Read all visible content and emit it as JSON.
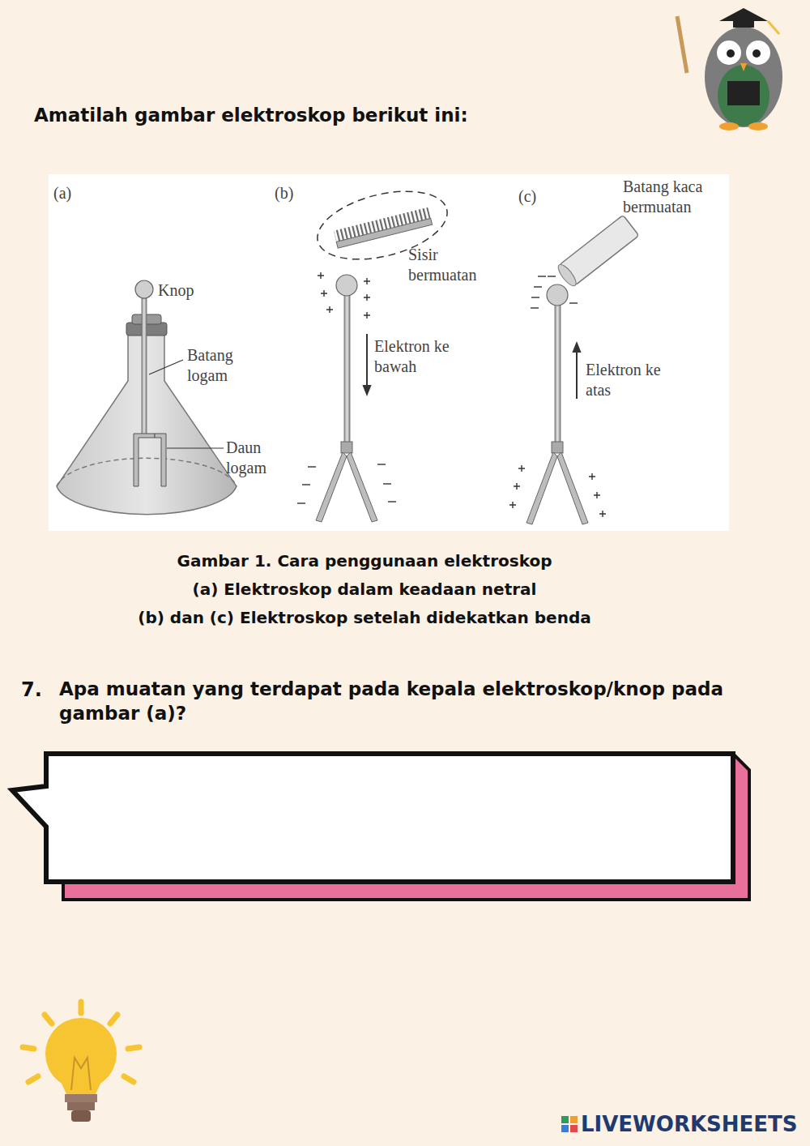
{
  "diagram": {
    "title": "Amatilah gambar elektroskop berikut ini:",
    "labels": [
      "(a)",
      "Knop",
      "Batang logam",
      "Daun logam",
      "(b)",
      "Sisir bermuatan",
      "Elektron ke bawah",
      "(c)",
      "Batang kaca bermuatan",
      "Elektron ke atas",
      "Gambar 1. Cara penggunaan elektroskop",
      "(a) Elektroskop dalam keadaan netral",
      "(b) dan (c) Elektroskop setelah didekatkan benda",
      "7.",
      "Apa muatan yang terdapat pada kepala elektroskop/knop pada gambar (a)?",
      "LIVEWORKSHEETS"
    ]
  }
}
